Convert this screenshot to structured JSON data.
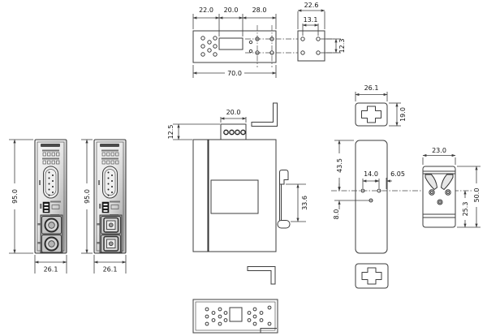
{
  "drawing": {
    "views": {
      "top": {
        "seg_left": "22.0",
        "seg_mid": "20.0",
        "seg_right": "28.0",
        "total": "70.0"
      },
      "wall_bracket": {
        "width": "22.6",
        "hole_pitch_x": "13.1",
        "hole_pitch_y": "12.3"
      },
      "front_st": {
        "height": "95.0",
        "width": "26.1"
      },
      "front_sc": {
        "height": "95.0",
        "width": "26.1"
      },
      "side": {
        "terminal_width": "20.0",
        "terminal_height": "12.5",
        "rail_clip_span": "33.6"
      },
      "cross_plate": {
        "width": "26.1",
        "height": "19.0"
      },
      "back": {
        "top_to_center": "43.5",
        "hole_pitch": "14.0",
        "hole_to_edge": "6.05",
        "center_to_hole": "8.0"
      },
      "din_rail_clip": {
        "width": "23.0",
        "height": "50.0",
        "center_to_bottom": "25.3"
      }
    },
    "colors": {
      "line": "#3d3d3d",
      "panel_light": "#f2f2f2",
      "panel_dark": "#9a9a9a"
    }
  }
}
